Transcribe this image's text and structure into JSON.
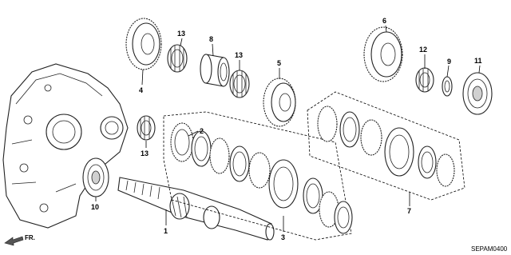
{
  "diagram": {
    "code": "SEPAM0400",
    "direction": "FR.",
    "callouts": {
      "c1": "1",
      "c2": "2",
      "c3": "3",
      "c4": "4",
      "c5": "5",
      "c6": "6",
      "c7": "7",
      "c8": "8",
      "c9": "9",
      "c10": "10",
      "c11": "11",
      "c12": "12",
      "c13a": "13",
      "c13b": "13",
      "c13c": "13"
    }
  }
}
